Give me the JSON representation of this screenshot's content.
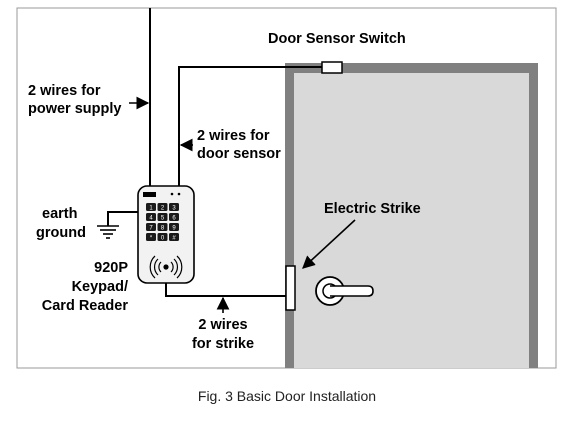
{
  "labels": {
    "door_sensor_switch": "Door Sensor Switch",
    "power_line1": "2 wires for",
    "power_line2": "power supply",
    "sensor_line1": "2 wires for",
    "sensor_line2": "door sensor",
    "earth_line1": "earth",
    "earth_line2": "ground",
    "electric_strike": "Electric Strike",
    "model_line1": "920P",
    "model_line2": "Keypad/",
    "model_line3": "Card Reader",
    "strike_line1": "2 wires",
    "strike_line2": "for strike"
  },
  "keypad": {
    "keys": [
      "1",
      "2",
      "3",
      "4",
      "5",
      "6",
      "7",
      "8",
      "9",
      "*",
      "0",
      "#"
    ]
  },
  "caption": "Fig. 3  Basic Door Installation",
  "colors": {
    "door_frame": "#808080",
    "door_panel": "#d9d9d9",
    "device_body": "#f2f2f2",
    "key": "#1a1a1a",
    "line": "#000000"
  },
  "icons": [
    "arrow-icon",
    "ground-icon",
    "rfid-icon",
    "door-handle-icon"
  ]
}
